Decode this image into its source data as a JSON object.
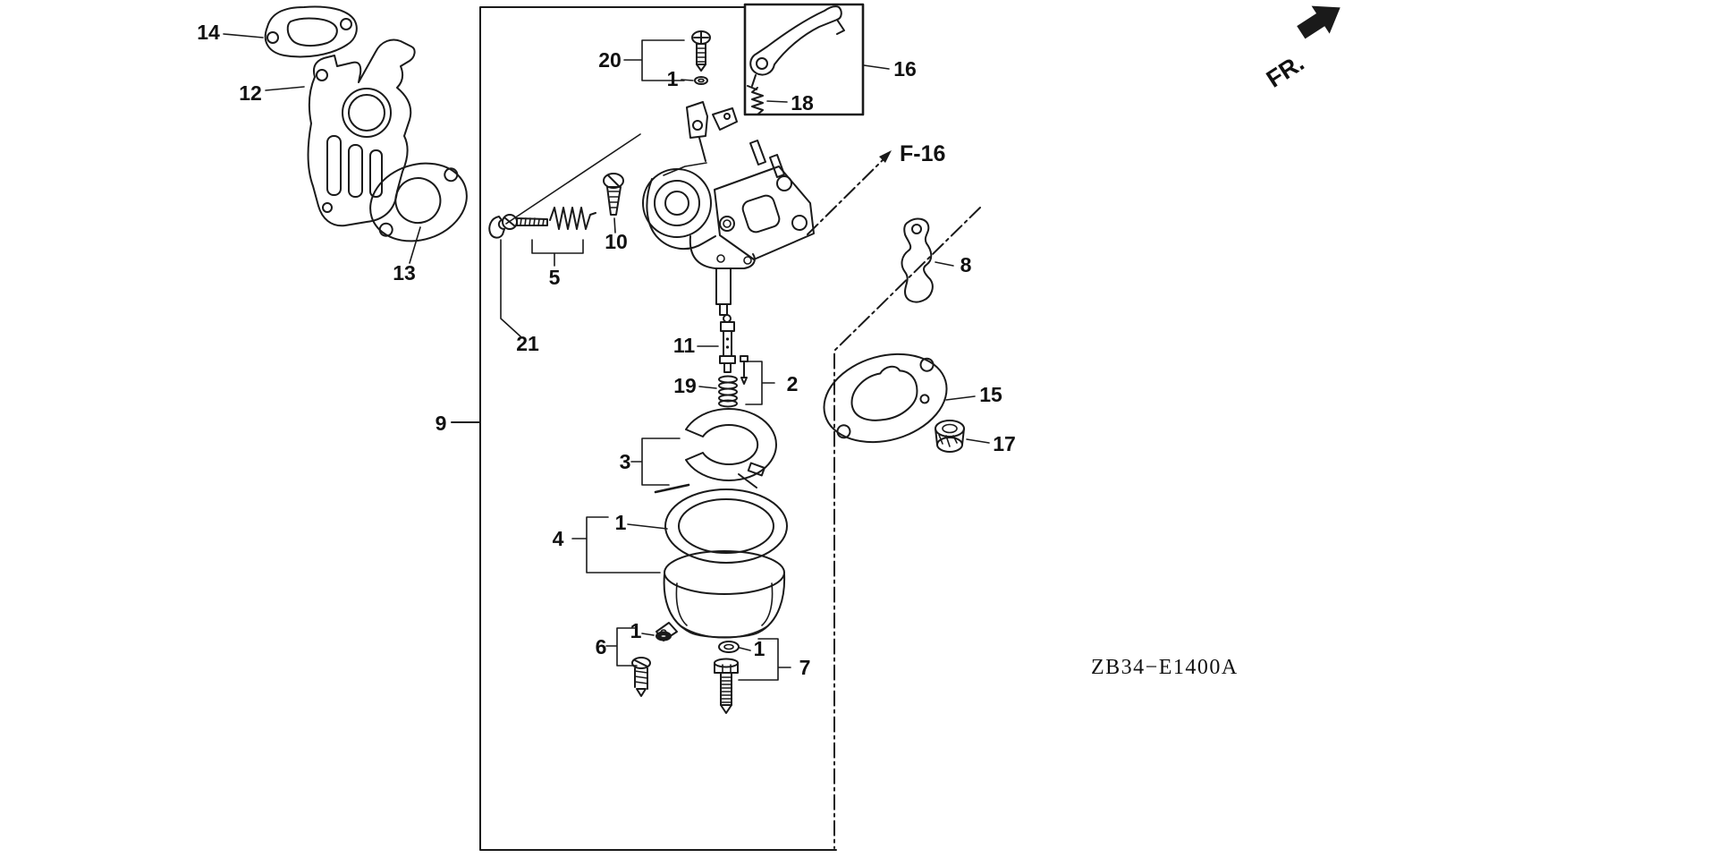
{
  "page": {
    "background": "#ffffff",
    "ink": "#1a1a1a"
  },
  "header": {
    "orientation_label": "FR."
  },
  "diagram": {
    "reference_label": "F-16",
    "drawing_code": "ZB34−E1400A",
    "callouts": [
      {
        "label": "14"
      },
      {
        "label": "12"
      },
      {
        "label": "13"
      },
      {
        "label": "5"
      },
      {
        "label": "21"
      },
      {
        "label": "9"
      },
      {
        "label": "20"
      },
      {
        "label": "1"
      },
      {
        "label": "18"
      },
      {
        "label": "16"
      },
      {
        "label": "10"
      },
      {
        "label": "11"
      },
      {
        "label": "19"
      },
      {
        "label": "2"
      },
      {
        "label": "3"
      },
      {
        "label": "4"
      },
      {
        "label": "1"
      },
      {
        "label": "6"
      },
      {
        "label": "1"
      },
      {
        "label": "1"
      },
      {
        "label": "7"
      },
      {
        "label": "8"
      },
      {
        "label": "15"
      },
      {
        "label": "17"
      }
    ]
  }
}
